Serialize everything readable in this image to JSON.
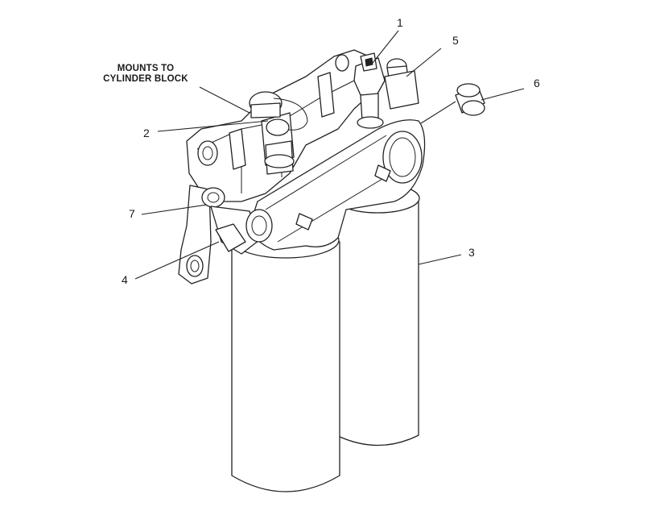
{
  "callouts": {
    "c1": "1",
    "c2": "2",
    "c3": "3",
    "c4": "4",
    "c5": "5",
    "c6": "6",
    "c7": "7"
  },
  "note": {
    "line1": "MOUNTS TO",
    "line2": "CYLINDER BLOCK"
  },
  "colors": {
    "line": "#222222",
    "background": "#ffffff"
  }
}
